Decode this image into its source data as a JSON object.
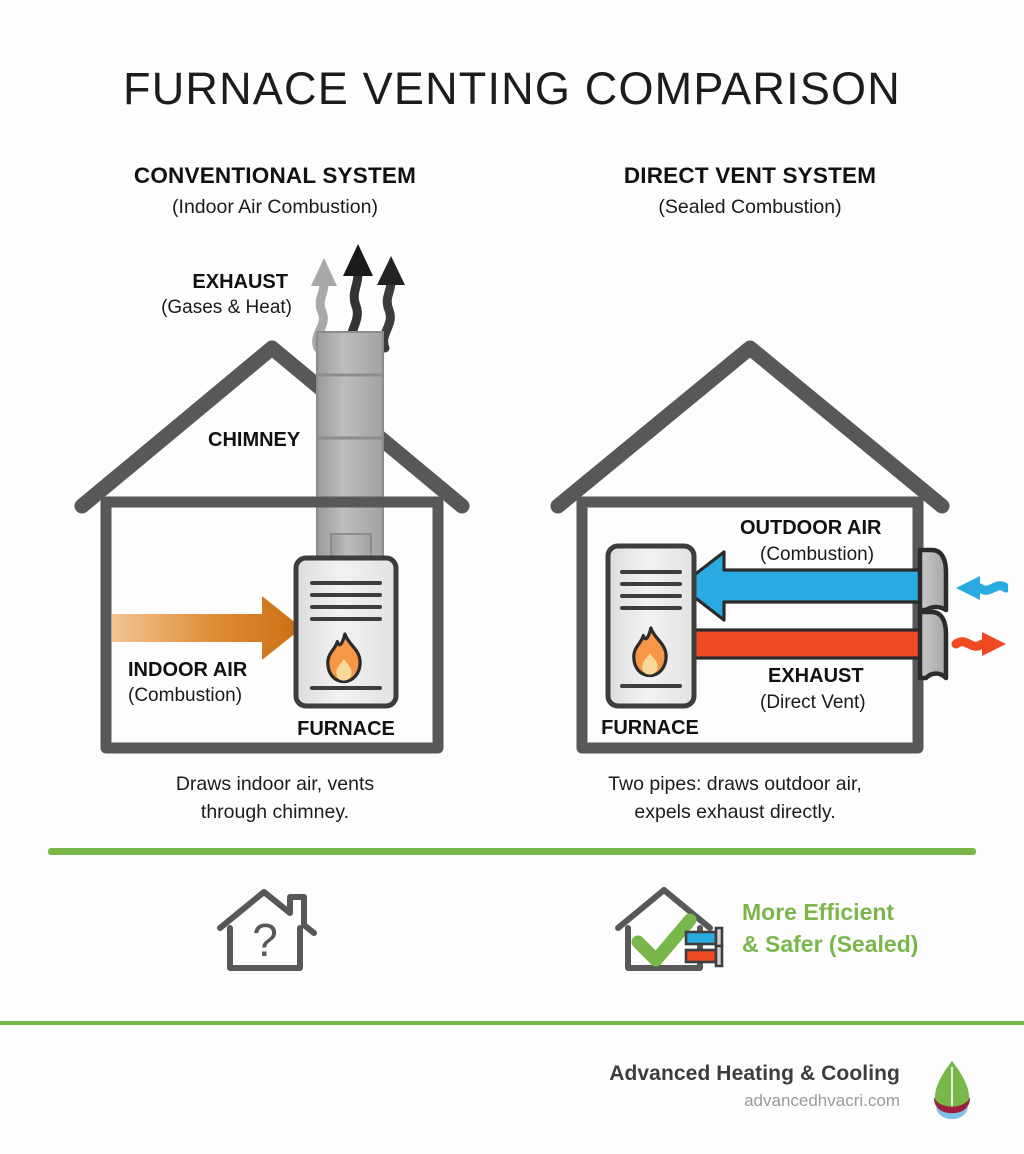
{
  "title": "FURNACE VENTING COMPARISON",
  "columns": {
    "left": {
      "heading": "CONVENTIONAL SYSTEM",
      "subheading": "(Indoor Air Combustion)",
      "caption_line1": "Draws indoor air, vents",
      "caption_line2": "through chimney.",
      "labels": {
        "exhaust": "EXHAUST",
        "exhaust_sub": "(Gases & Heat)",
        "chimney": "CHIMNEY",
        "indoor_air": "INDOOR AIR",
        "indoor_air_sub": "(Combustion)",
        "furnace": "FURNACE"
      }
    },
    "right": {
      "heading": "DIRECT VENT SYSTEM",
      "subheading": "(Sealed Combustion)",
      "caption_line1": "Two pipes: draws outdoor air,",
      "caption_line2": "expels exhaust directly.",
      "labels": {
        "outdoor_air": "OUTDOOR AIR",
        "outdoor_air_sub": "(Combustion)",
        "exhaust": "EXHAUST",
        "exhaust_sub": "(Direct Vent)",
        "furnace": "FURNACE"
      }
    }
  },
  "verdict": {
    "left_icon": "house-question-icon",
    "right_icon": "house-check-pipes-icon",
    "right_line1": "More Efficient",
    "right_line2": "& Safer (Sealed)"
  },
  "footer": {
    "brand_name": "Advanced Heating & Cooling",
    "brand_url": "advancedhvacri.com",
    "logo": "leaf-logo"
  },
  "colors": {
    "green": "#7ab74a",
    "blue": "#29abe2",
    "red": "#f04a23",
    "orange": "#e08b2e",
    "house_outline": "#585858",
    "chimney_brick": "#b3b3b3",
    "furnace_body": "#e9e9e9",
    "text_dark": "#1a1a1a",
    "footer_gray": "#9a9a9a"
  }
}
